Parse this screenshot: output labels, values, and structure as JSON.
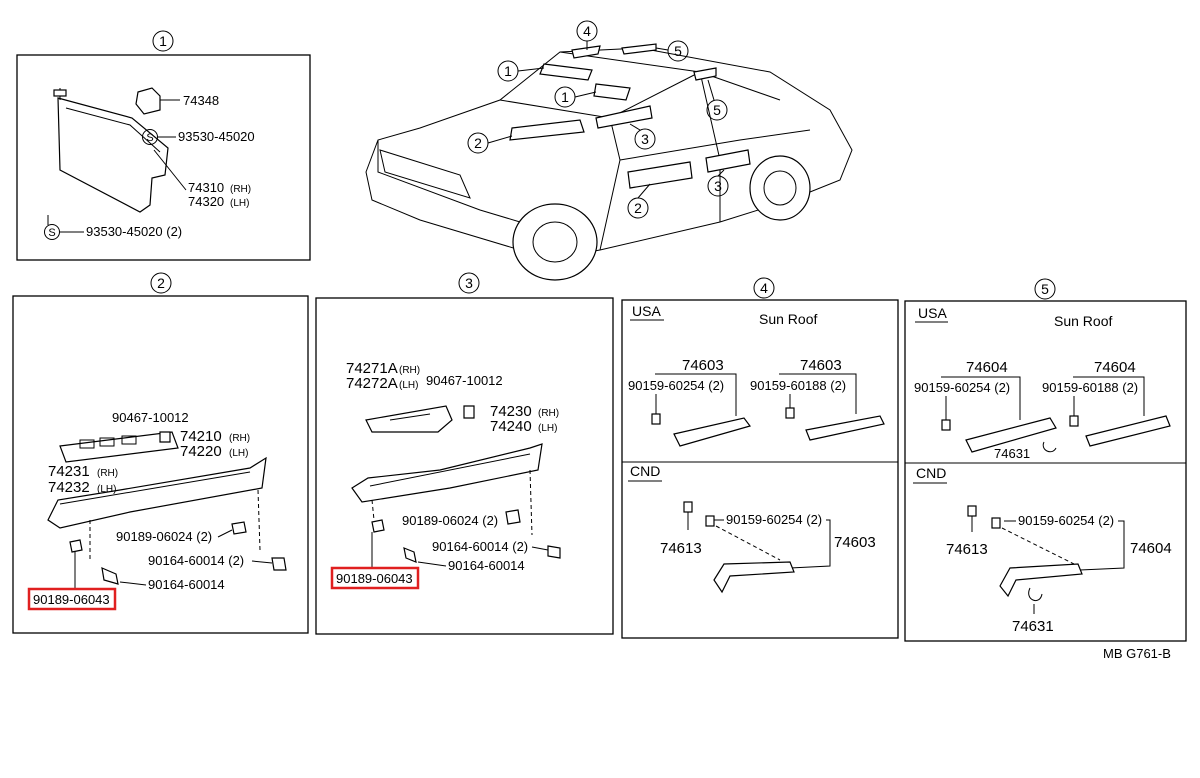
{
  "callouts": {
    "c1": "1",
    "c2": "2",
    "c3": "3",
    "c4": "4",
    "c5": "5"
  },
  "p1": {
    "part_74348": "74348",
    "screw_a": "93530-45020",
    "part_74310": "74310",
    "part_74320": "74320",
    "rh": "(RH)",
    "lh": "(LH)",
    "screw_b": "93530-45020 (2)",
    "s_mark": "S"
  },
  "p2": {
    "clip": "90467-10012",
    "part_74210": "74210",
    "part_74220": "74220",
    "part_74231": "74231",
    "part_74232": "74232",
    "rh": "(RH)",
    "lh": "(LH)",
    "nut_a": "90189-06024 (2)",
    "screw_a": "90164-60014 (2)",
    "screw_b": "90164-60014",
    "nut_highlight": "90189-06043"
  },
  "p3": {
    "part_74271A": "74271A",
    "part_74272A": "74272A",
    "clip": "90467-10012",
    "part_74230": "74230",
    "part_74240": "74240",
    "rh": "(RH)",
    "lh": "(LH)",
    "nut_a": "90189-06024 (2)",
    "screw_a": "90164-60014 (2)",
    "screw_b": "90164-60014",
    "nut_highlight": "90189-06043"
  },
  "p4": {
    "usa": "USA",
    "sunroof": "Sun Roof",
    "handle_a": "74603",
    "handle_b": "74603",
    "screw_a": "90159-60254 (2)",
    "screw_b": "90159-60188 (2)",
    "cnd": "CND",
    "cnd_cap": "74613",
    "cnd_screw": "90159-60254 (2)",
    "cnd_handle": "74603"
  },
  "p5": {
    "usa": "USA",
    "sunroof": "Sun Roof",
    "handle_a": "74604",
    "handle_b": "74604",
    "screw_a": "90159-60254 (2)",
    "screw_b": "90159-60188 (2)",
    "hook": "74631",
    "cnd": "CND",
    "cnd_cap": "74613",
    "cnd_screw": "90159-60254 (2)",
    "cnd_handle": "74604",
    "cnd_hook": "74631"
  },
  "footer": {
    "code": "MB  G761-B"
  },
  "colors": {
    "highlight": "#e02020",
    "ink": "#000000",
    "paper": "#ffffff"
  }
}
